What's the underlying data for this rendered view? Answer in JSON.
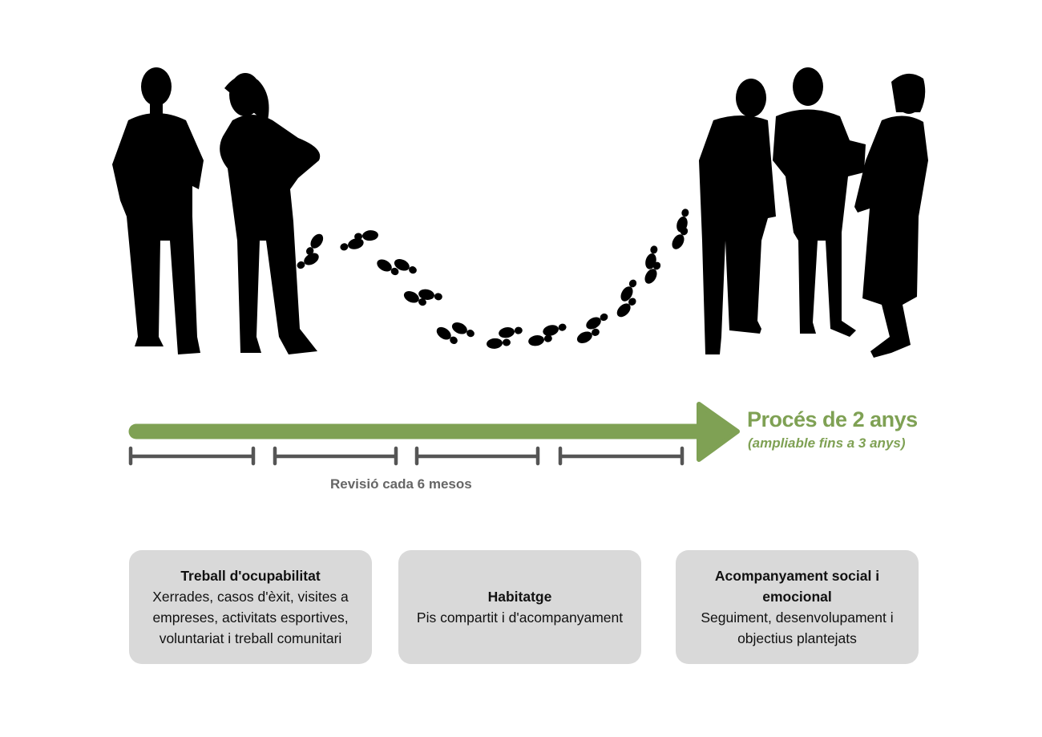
{
  "process": {
    "title": "Procés de 2 anys",
    "subtitle": "(ampliable fins a 3 anys)",
    "review_label": "Revisió cada 6 mesos",
    "review_periods": 4,
    "colors": {
      "accent": "#7fa154",
      "ticks": "#555555",
      "silhouette": "#000000",
      "card_bg": "#d9d9d9"
    }
  },
  "illustration": {
    "start_group_icon": "two-people-silhouette",
    "path_icon": "footprints-trail",
    "end_group_icon": "three-people-silhouette"
  },
  "cards": [
    {
      "title": "Treball d'ocupabilitat",
      "text": "Xerrades, casos d'èxit, visites a empreses, activitats esportives, voluntariat i treball comunitari"
    },
    {
      "title": "Habitatge",
      "text": "Pis compartit i d'acompanyament"
    },
    {
      "title": "Acompanyament social i emocional",
      "text": "Seguiment, desenvolupament i objectius plantejats"
    }
  ]
}
